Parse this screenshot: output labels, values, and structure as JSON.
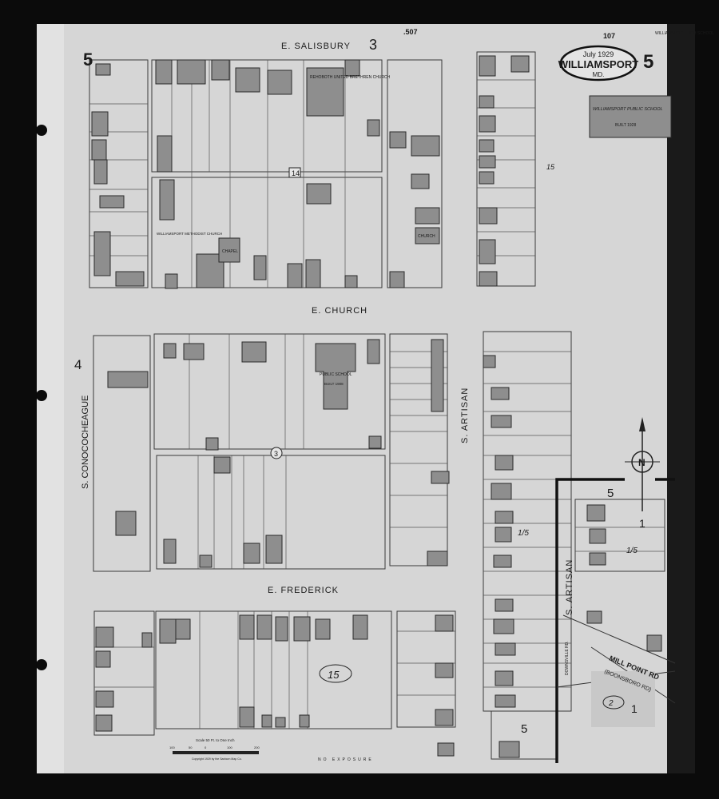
{
  "title_cartouche": {
    "date": "July 1929",
    "city": "WILLIAMSPORT",
    "state": "MD."
  },
  "sheet_number": "5",
  "page_ref_top": ".507",
  "page_ref_right": "107",
  "streets": {
    "salisbury": "E. SALISBURY",
    "church": "E. CHURCH",
    "frederick": "E. FREDERICK",
    "conococheague": "S. CONOCOCHEAGUE",
    "artisan_upper": "S. ARTISAN",
    "artisan_lower": "S. ARTISAN",
    "mill_point": "MILL POINT RD",
    "boonsboro": "(BOONSBORO RD)",
    "downsville": "DOWNSVILLE RD."
  },
  "buildings": {
    "high_school": "WILLIAMSPORT HIGH SCHOOL",
    "public_school_upper": "WILLIAMSPORT PUBLIC SCHOOL",
    "public_school_upper_built": "BUILT 1928",
    "church_ub": "REHOBOTH UNITED BRETHREN CHURCH",
    "church_methodist": "WILLIAMSPORT METHODIST CHURCH",
    "chapel": "CHAPEL",
    "church_small": "CHURCH",
    "public_school": "PUBLIC SCHOOL",
    "public_school_built": "BUILT 1908"
  },
  "block_numbers": {
    "b14": "14",
    "b3_circle": "3",
    "b3_top": "3",
    "b4": "4",
    "b5_corner_tl": "5",
    "b5_corner_tr": "5",
    "b5_mid": "5",
    "b5_bottom": "5",
    "b15": "15",
    "b15_alt": "15",
    "b2": "2",
    "b1a": "1",
    "b1b": "1"
  },
  "handwritten": {
    "lot_a": "1/5",
    "lot_b": "1/5"
  },
  "scale_bar": {
    "caption": "Scale 50 Ft. to One Inch",
    "ticks": [
      "100",
      "50",
      "0",
      "100",
      "200"
    ]
  },
  "copyright": "Copyright 1929 by the Sanborn Map Co.",
  "no_exposure": "NO EXPOSURE"
}
